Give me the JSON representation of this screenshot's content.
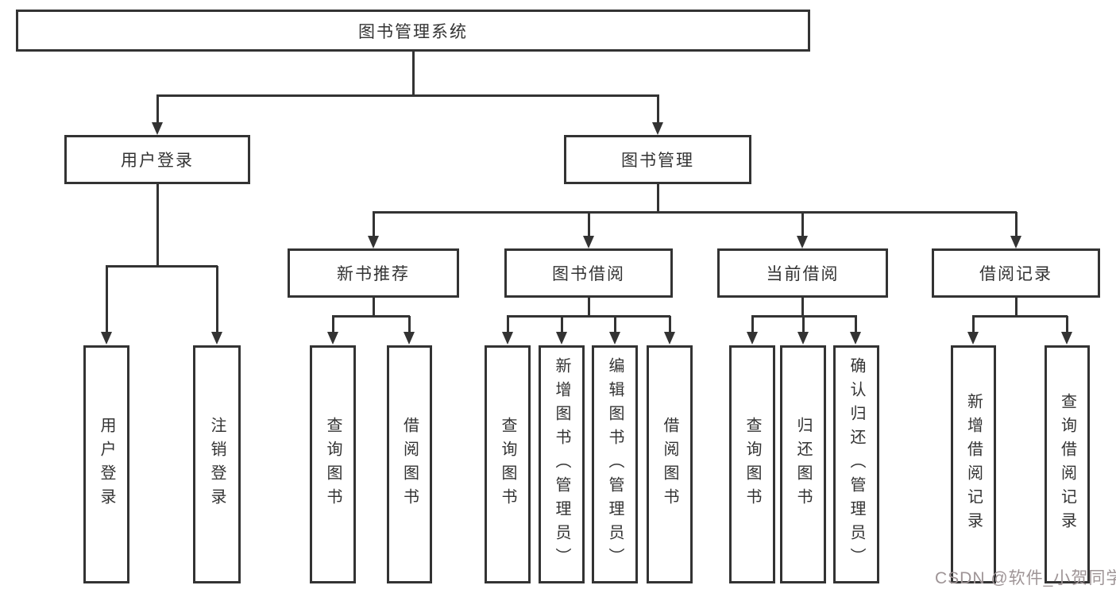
{
  "tree": {
    "label": "图书管理系统",
    "children": [
      {
        "label": "用户登录",
        "children": [
          {
            "label": "用户登录"
          },
          {
            "label": "注销登录"
          }
        ]
      },
      {
        "label": "图书管理",
        "children": [
          {
            "label": "新书推荐",
            "children": [
              {
                "label": "查询图书"
              },
              {
                "label": "借阅图书"
              }
            ]
          },
          {
            "label": "图书借阅",
            "children": [
              {
                "label": "查询图书"
              },
              {
                "label": "新增图书（管理员）"
              },
              {
                "label": "编辑图书（管理员）"
              },
              {
                "label": "借阅图书"
              }
            ]
          },
          {
            "label": "当前借阅",
            "children": [
              {
                "label": "查询图书"
              },
              {
                "label": "归还图书"
              },
              {
                "label": "确认归还（管理员）"
              }
            ]
          },
          {
            "label": "借阅记录",
            "children": [
              {
                "label": "新增借阅记录"
              },
              {
                "label": "查询借阅记录"
              }
            ]
          }
        ]
      }
    ]
  },
  "watermark": {
    "text": "CSDN @软件_小贺同学",
    "color": "#9e9496"
  },
  "colors": {
    "line": "#333333",
    "box_border": "#333333",
    "text": "#333333",
    "background": "#ffffff"
  }
}
